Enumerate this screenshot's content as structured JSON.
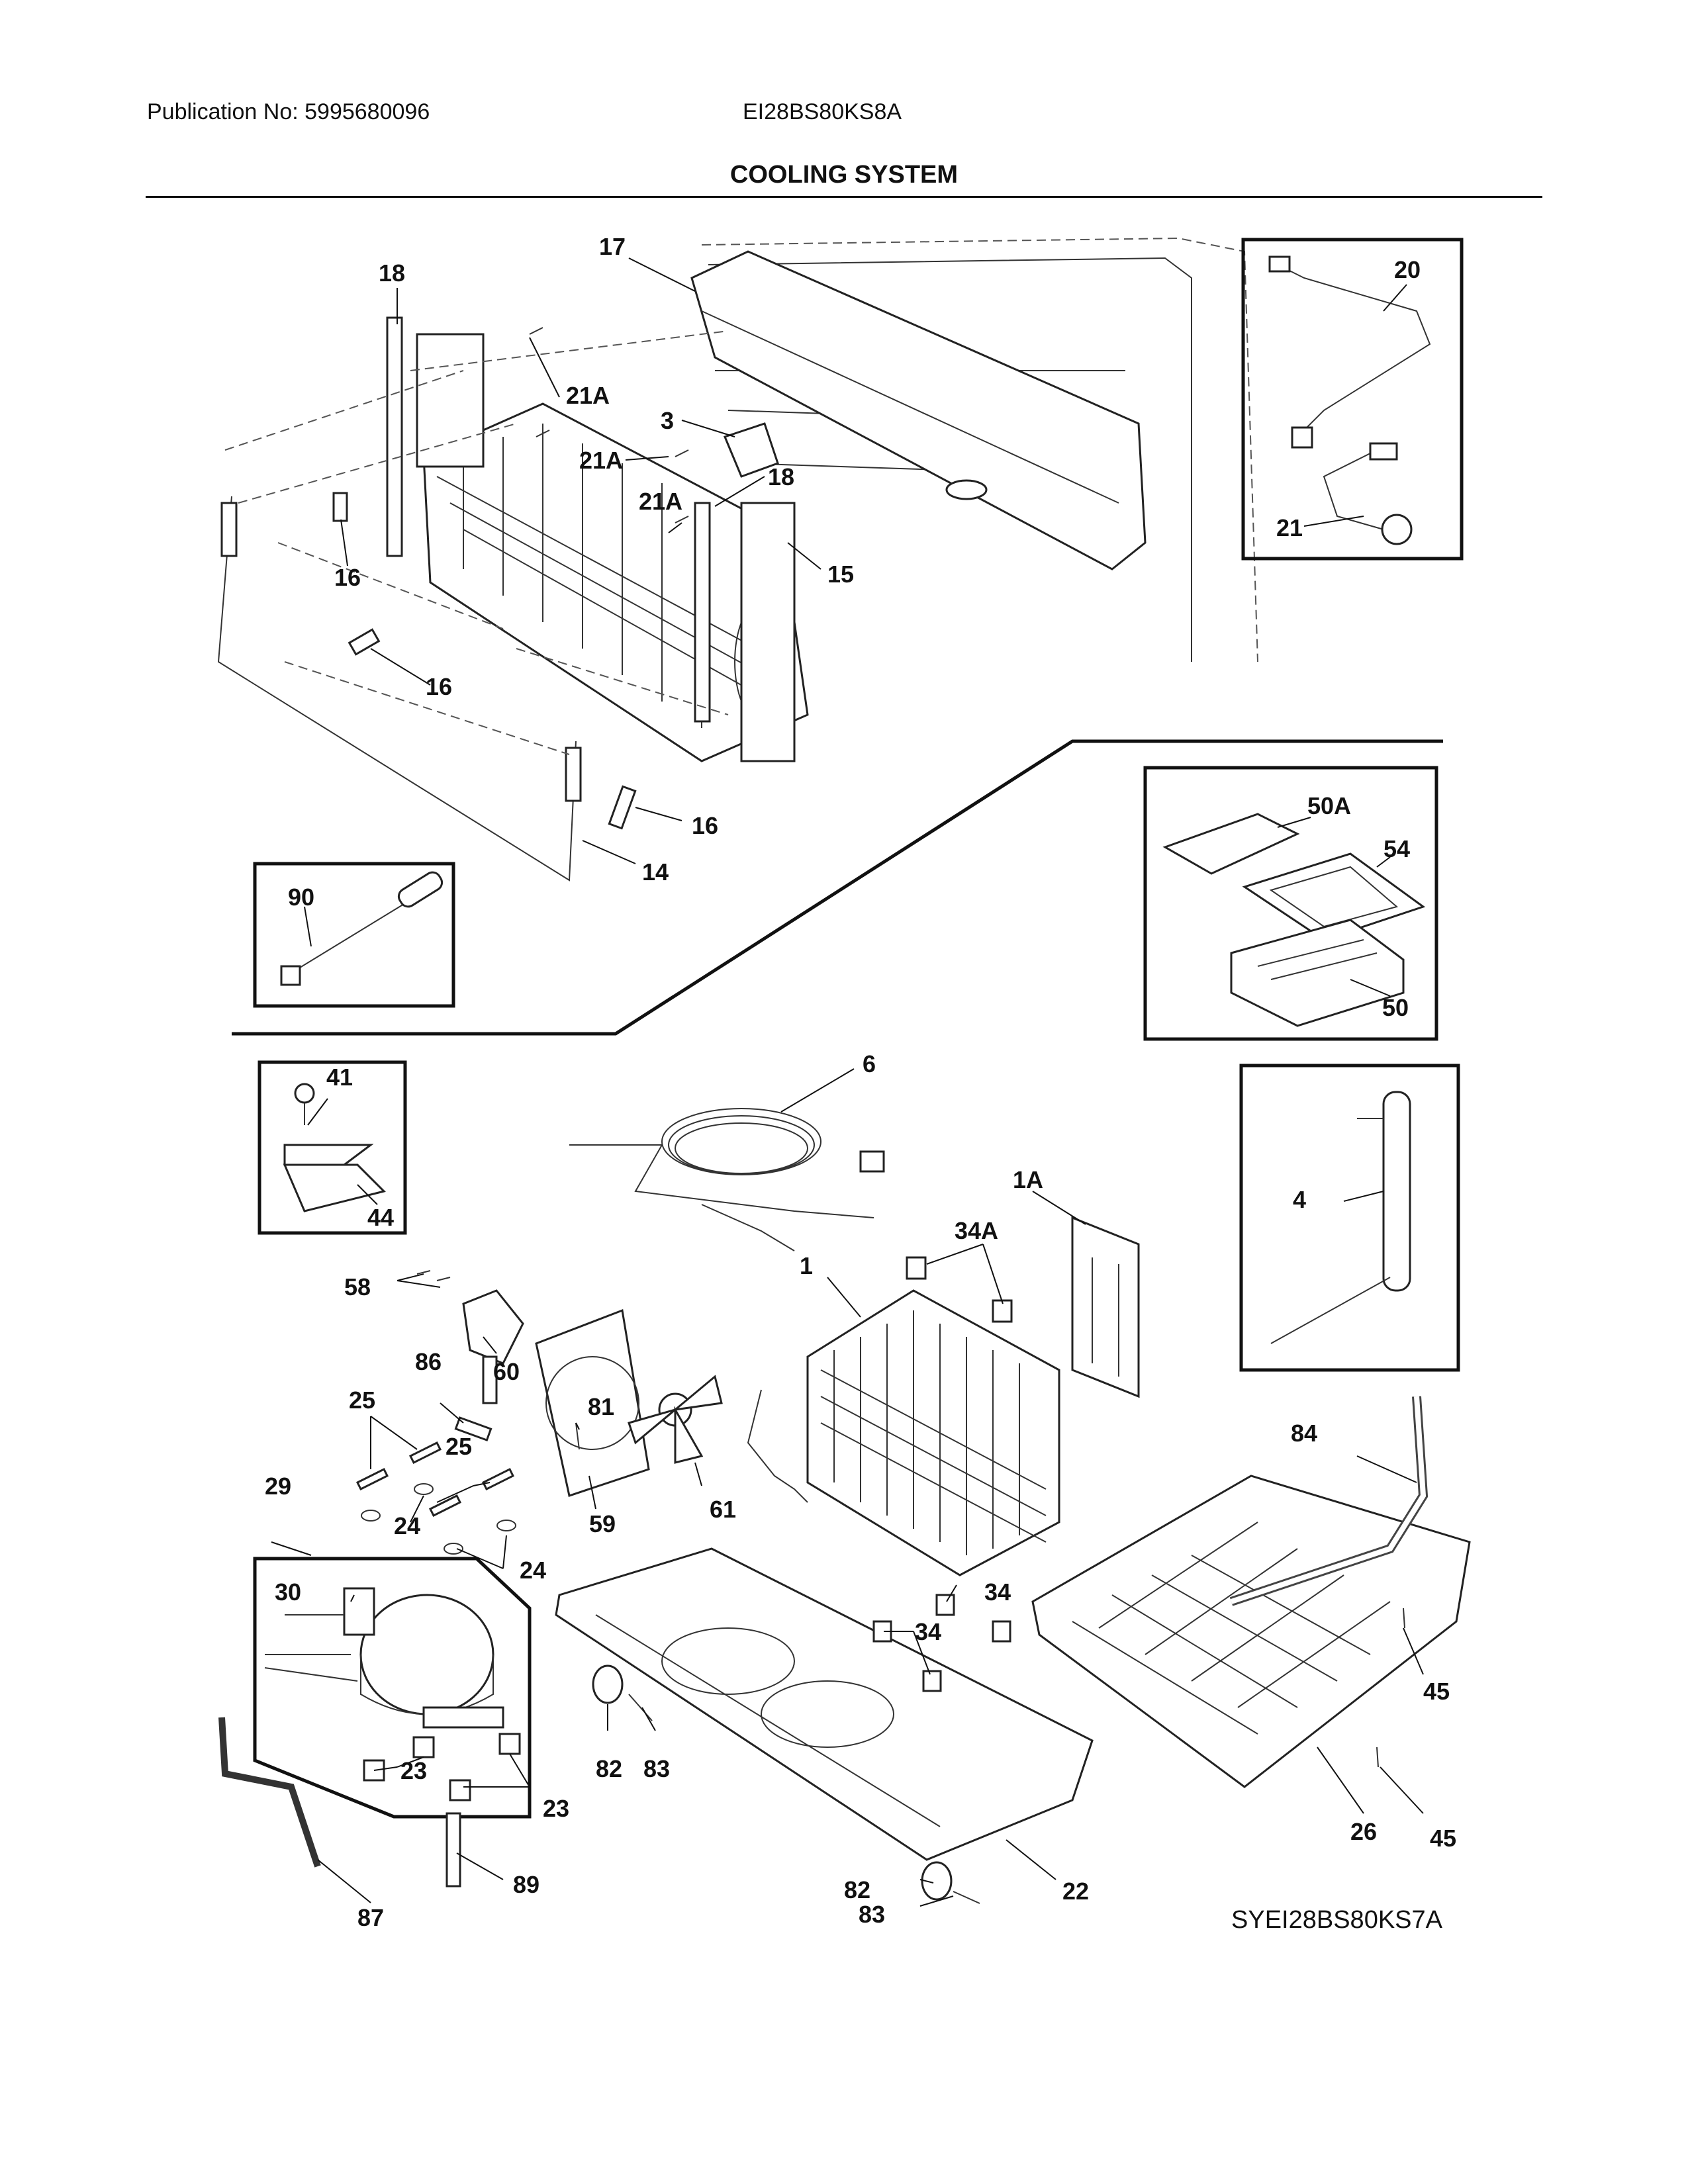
{
  "header": {
    "publication": "Publication No: 5995680096",
    "model": "EI28BS80KS8A",
    "title": "COOLING SYSTEM"
  },
  "reference_code": "SYEI28BS80KS7A",
  "callouts": {
    "c18a": "18",
    "c17": "17",
    "c20": "20",
    "c21a_1": "21A",
    "c3": "3",
    "c21a_2": "21A",
    "c18b": "18",
    "c21a_3": "21A",
    "c15": "15",
    "c16a": "16",
    "c21": "21",
    "c16b": "16",
    "c16c": "16",
    "c14": "14",
    "c90": "90",
    "c50a": "50A",
    "c54": "54",
    "c50": "50",
    "c6": "6",
    "c41": "41",
    "c44": "44",
    "c1a": "1A",
    "c4": "4",
    "c34a": "34A",
    "c1": "1",
    "c58": "58",
    "c60": "60",
    "c86": "86",
    "c25a": "25",
    "c81": "81",
    "c25b": "25",
    "c29": "29",
    "c24a": "24",
    "c59": "59",
    "c61": "61",
    "c84": "84",
    "c24b": "24",
    "c30": "30",
    "c34b": "34",
    "c34c": "34",
    "c45a": "45",
    "c23a": "23",
    "c82a": "82",
    "c83a": "83",
    "c23b": "23",
    "c26": "26",
    "c45b": "45",
    "c89": "89",
    "c82b": "82",
    "c22": "22",
    "c87": "87",
    "c83b": "83"
  }
}
